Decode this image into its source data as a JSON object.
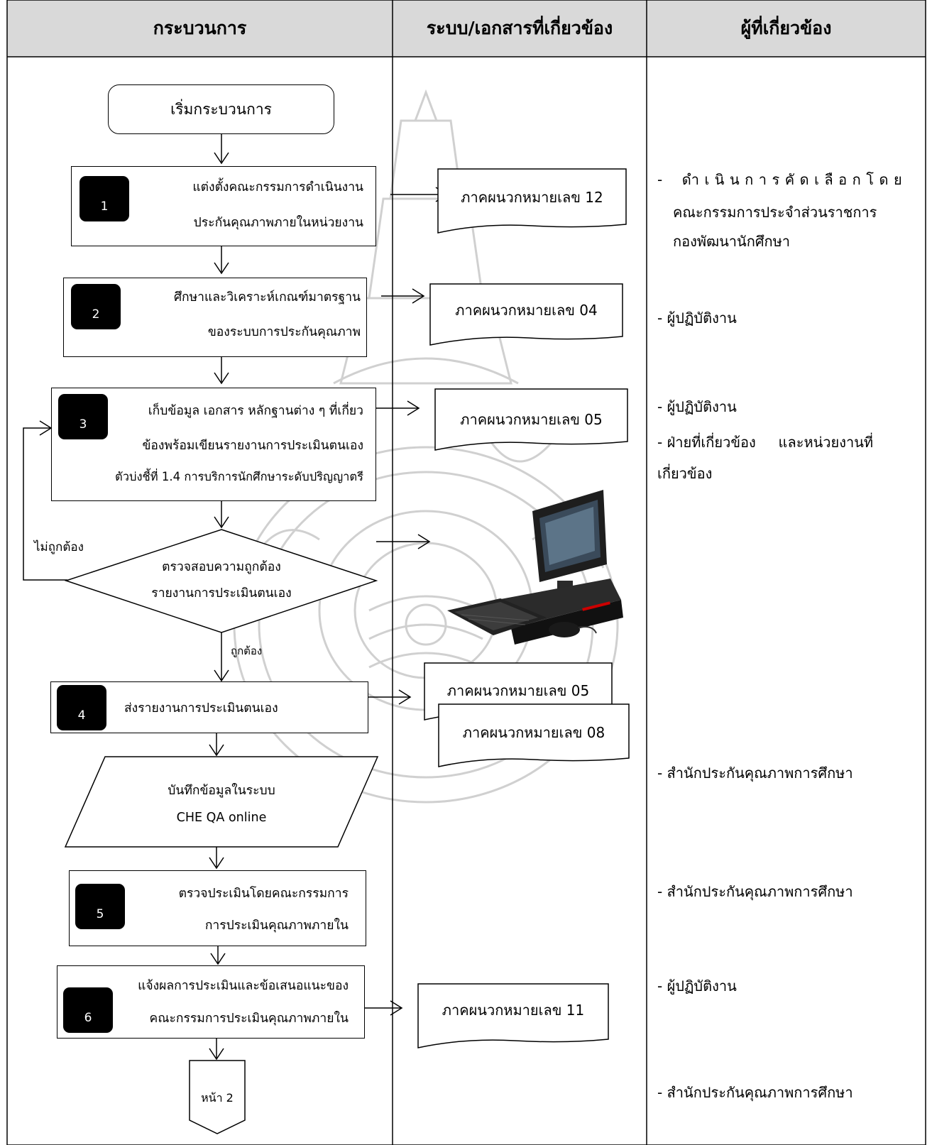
{
  "header": {
    "col_process": "กระบวนการ",
    "col_system_docs": "ระบบ/เอกสารที่เกี่ยวข้อง",
    "col_responsible": "ผู้ที่เกี่ยวข้อง"
  },
  "flow": {
    "start": "เริ่มกระบวนการ",
    "step1": {
      "num": "1",
      "line1": "แต่งตั้งคณะกรรมการดำเนินงาน",
      "line2": "ประกันคุณภาพภายในหน่วยงาน"
    },
    "step2": {
      "num": "2",
      "line1": "ศึกษาและวิเคราะห์เกณฑ์มาตรฐาน",
      "line2": "ของระบบการประกันคุณภาพ"
    },
    "step3": {
      "num": "3",
      "line1": "เก็บข้อมูล เอกสาร หลักฐานต่าง ๆ ที่เกี่ยว",
      "line2": "ข้องพร้อมเขียนรายงานการประเมินตนเอง",
      "line3": "ตัวบ่งชี้ที่ 1.4 การบริการนักศึกษาระดับปริญญาตรี"
    },
    "decision": {
      "line1": "ตรวจสอบความถูกต้อง",
      "line2": "รายงานการประเมินตนเอง",
      "no_label": "ไม่ถูกต้อง",
      "yes_label": "ถูกต้อง"
    },
    "step4": {
      "num": "4",
      "line1": "ส่งรายงานการประเมินตนเอง"
    },
    "data_entry": {
      "line1": "บันทึกข้อมูลในระบบ",
      "line2": "CHE QA online"
    },
    "step5": {
      "num": "5",
      "line1": "ตรวจประเมินโดยคณะกรรมการ",
      "line2": "การประเมินคุณภาพภายใน"
    },
    "step6": {
      "num": "6",
      "line1": "แจ้งผลการประเมินและข้อเสนอแนะของ",
      "line2": "คณะกรรมการประเมินคุณภาพภายใน"
    },
    "offpage": "หน้า 2"
  },
  "documents": {
    "doc12": "ภาคผนวกหมายเลข 12",
    "doc04": "ภาคผนวกหมายเลข 04",
    "doc05": "ภาคผนวกหมายเลข 05",
    "doc05b": "ภาคผนวกหมายเลข 05",
    "doc08": "ภาคผนวกหมายเลข 08",
    "doc11": "ภาคผนวกหมายเลข 11"
  },
  "responsible": {
    "r1": {
      "dash": "-",
      "line1": "ดำเนินการคัดเลือกโดย",
      "line2": "คณะกรรมการประจำส่วนราชการ",
      "line3": "กองพัฒนานักศึกษา"
    },
    "r2": {
      "dash": "-",
      "line1": "ผู้ปฏิบัติงาน"
    },
    "r3a": {
      "dash": "-",
      "line1": "ผู้ปฏิบัติงาน"
    },
    "r3b": {
      "dash": "-",
      "line1": "ฝ่ายที่เกี่ยวข้อง     และหน่วยงานที่",
      "line2": "เกี่ยวข้อง"
    },
    "r4": {
      "dash": "-",
      "line1": "สำนักประกันคุณภาพการศึกษา"
    },
    "r5": {
      "dash": "-",
      "line1": "สำนักประกันคุณภาพการศึกษา"
    },
    "r6": {
      "dash": "-",
      "line1": "ผู้ปฏิบัติงาน"
    },
    "r7": {
      "dash": "-",
      "line1": "สำนักประกันคุณภาพการศึกษา"
    }
  },
  "icons": {
    "computer": "desktop-computer-icon",
    "watermark": "university-seal-watermark"
  },
  "colors": {
    "header_bg": "#d9d9d9",
    "number_badge": "#000000",
    "watermark": "#cccccc"
  }
}
